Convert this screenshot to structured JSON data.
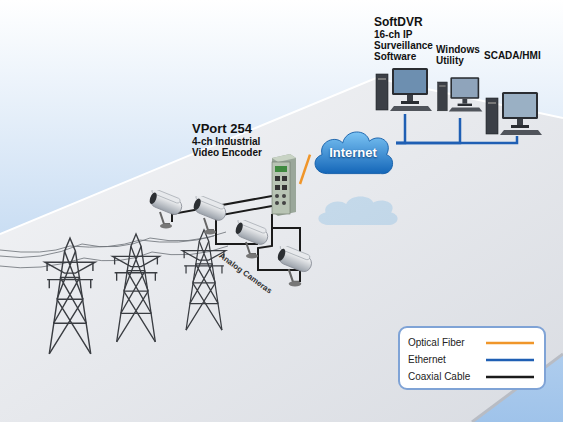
{
  "diagram": {
    "nodes": [
      {
        "text": [
          "VPort 254",
          "4-ch Industrial Video Encoder"
        ]
      },
      {
        "text": [
          "Internet"
        ]
      },
      {
        "text": [
          "SoftDVR",
          "16-ch IP Surveillance Software"
        ]
      },
      {
        "text": [
          "Windows Utility"
        ]
      },
      {
        "text": [
          "SCADA/HMI"
        ]
      }
    ],
    "edges": [
      {
        "from": 0,
        "to": 1,
        "arrow": "none"
      },
      {
        "from": 1,
        "to": 2,
        "arrow": "none"
      },
      {
        "from": 1,
        "to": 3,
        "arrow": "none"
      },
      {
        "from": 1,
        "to": 4,
        "arrow": "none"
      }
    ],
    "labels": [
      "Analog Cameras"
    ],
    "legend": [
      {
        "text": "Optical Fiber"
      },
      {
        "text": "Ethernet"
      },
      {
        "text": "Coaxial Cable"
      }
    ]
  }
}
